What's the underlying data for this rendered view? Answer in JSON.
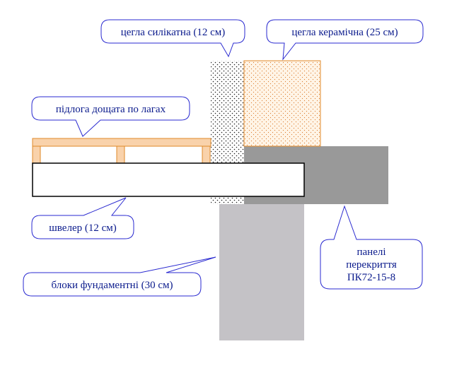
{
  "callouts": {
    "silicate_brick": "цегла силікатна (12 см)",
    "ceramic_brick": "цегла керамічна (25 см)",
    "floor": "підлога дощата по лагах",
    "channel": "швелер (12 см)",
    "foundation": "блоки фундаментні (30 см)",
    "slab_line1": "панелі",
    "slab_line2": "перекриття",
    "slab_line3": "ПК72-15-8"
  },
  "colors": {
    "callout_border": "#2a2ad0",
    "callout_text": "#0a1a8c",
    "ceramic_brick": "#fff4e6",
    "ceramic_brick_border": "#e08a2a",
    "floor_board": "#f9d2ab",
    "slab": "#999999",
    "foundation": "#c4c2c6",
    "silicate_brick": "#ffffff"
  }
}
